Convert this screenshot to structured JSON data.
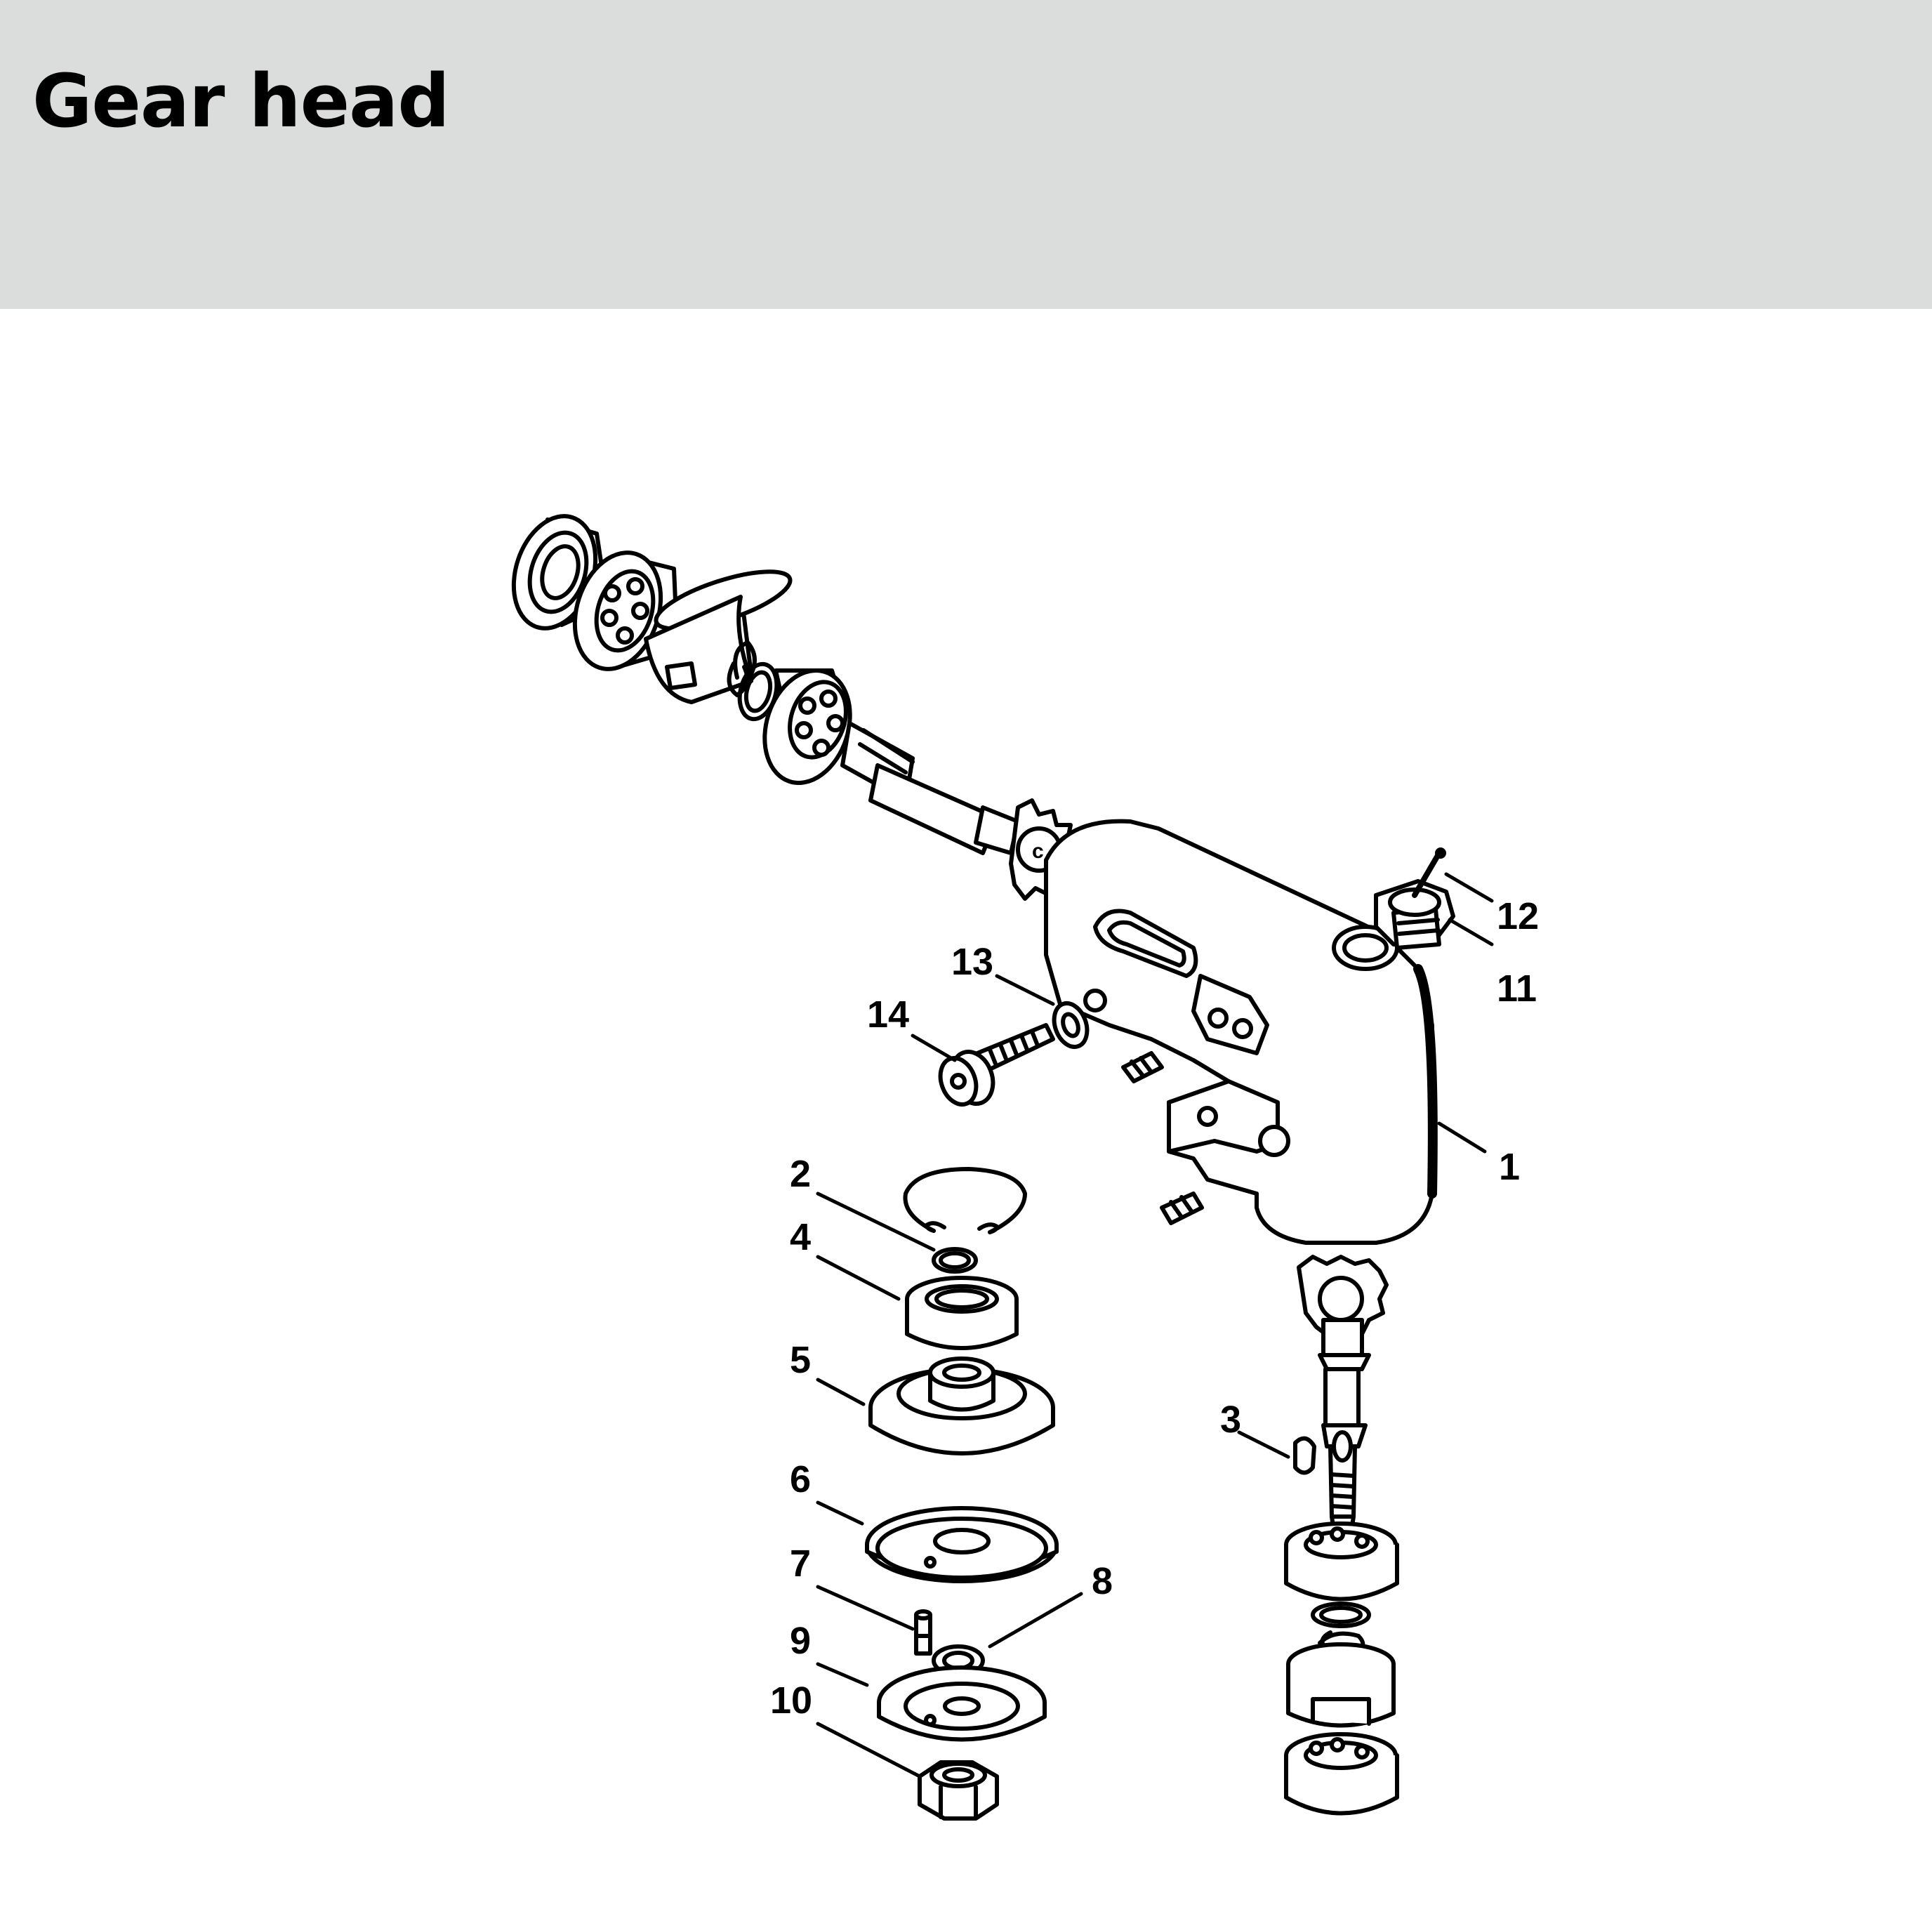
{
  "page": {
    "title": "Gear head"
  },
  "callouts": [
    {
      "id": "callout-1",
      "text": "1"
    },
    {
      "id": "callout-2",
      "text": "2"
    },
    {
      "id": "callout-3",
      "text": "3"
    },
    {
      "id": "callout-4",
      "text": "4"
    },
    {
      "id": "callout-5",
      "text": "5"
    },
    {
      "id": "callout-6",
      "text": "6"
    },
    {
      "id": "callout-7",
      "text": "7"
    },
    {
      "id": "callout-8",
      "text": "8"
    },
    {
      "id": "callout-9",
      "text": "9"
    },
    {
      "id": "callout-10",
      "text": "10"
    },
    {
      "id": "callout-11",
      "text": "11"
    },
    {
      "id": "callout-12",
      "text": "12"
    },
    {
      "id": "callout-13",
      "text": "13"
    },
    {
      "id": "callout-14",
      "text": "14"
    }
  ],
  "colors": {
    "header_bg": "#dbdddc",
    "ink": "#000000",
    "page_bg": "#ffffff"
  }
}
